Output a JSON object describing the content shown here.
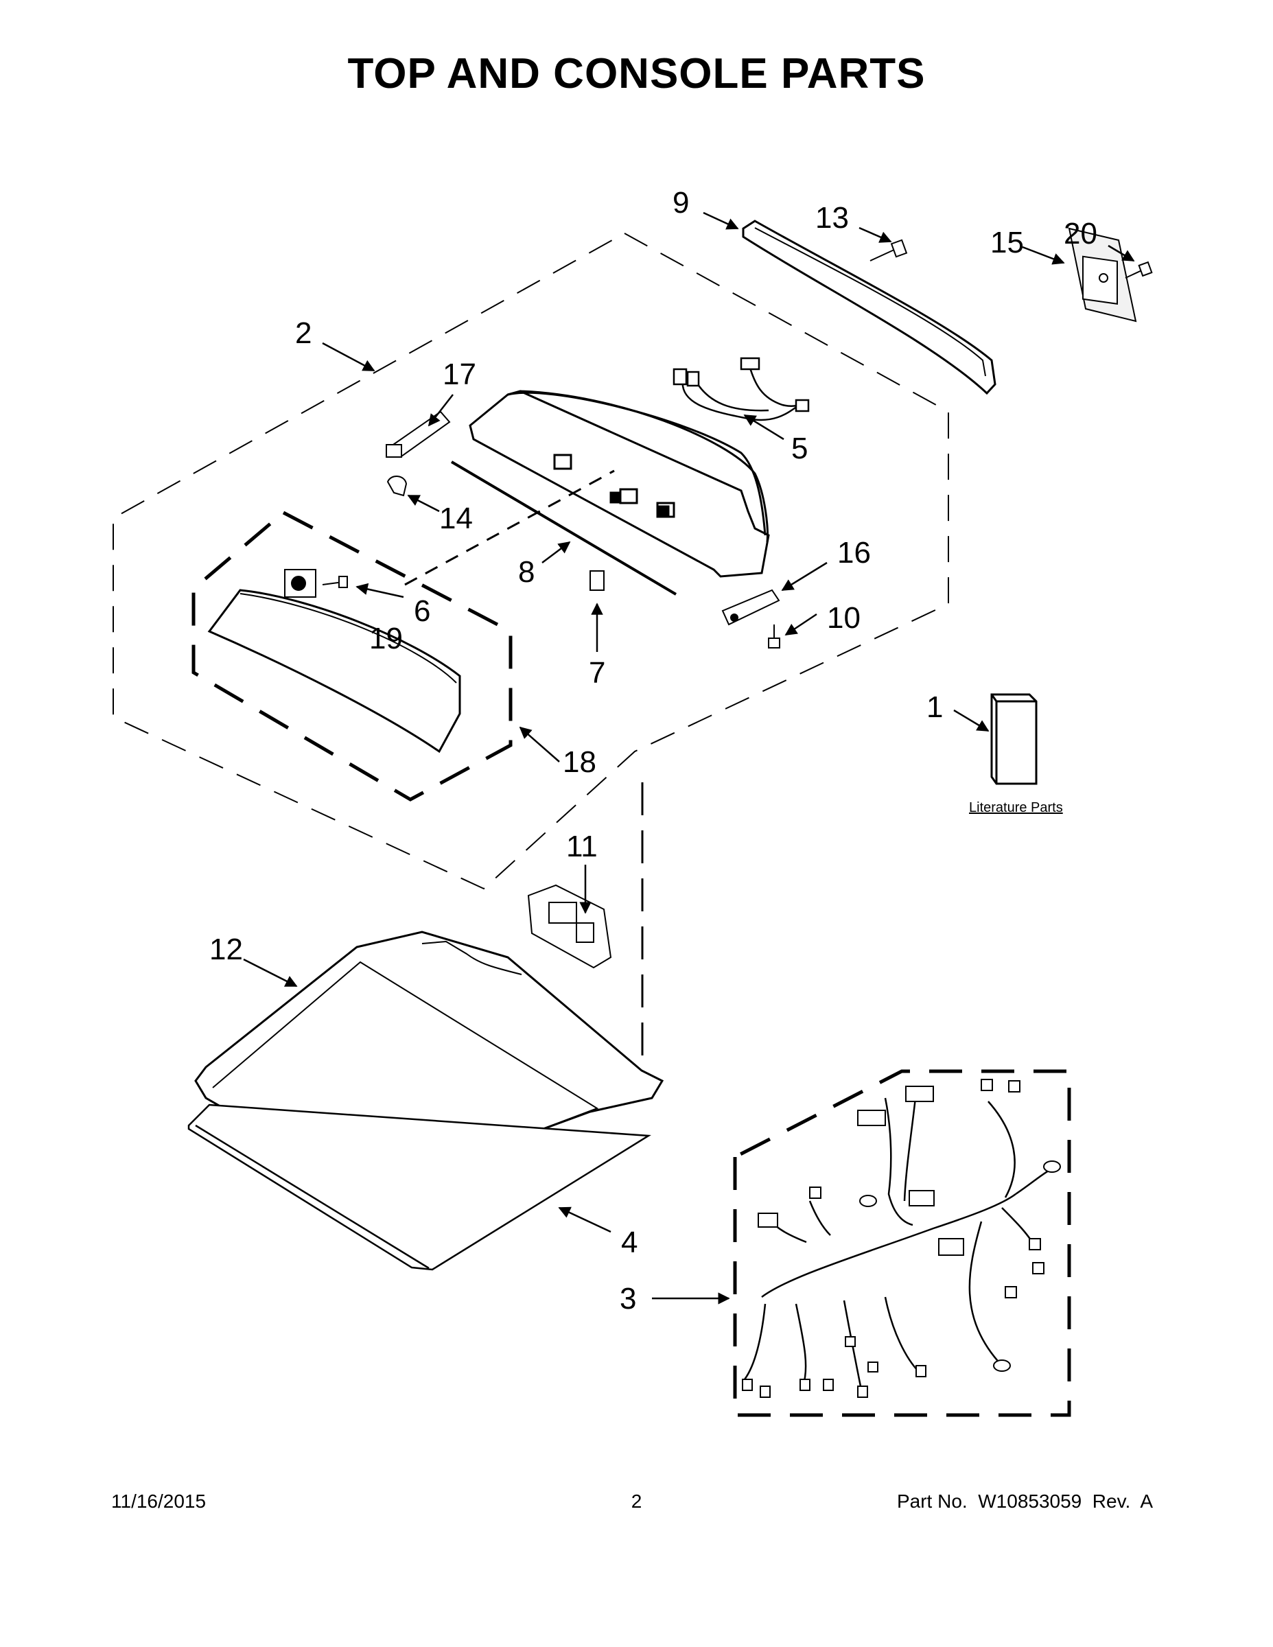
{
  "title": "TOP AND CONSOLE PARTS",
  "callouts": {
    "c1": "1",
    "c2": "2",
    "c3": "3",
    "c4": "4",
    "c5": "5",
    "c6": "6",
    "c7": "7",
    "c8": "8",
    "c9": "9",
    "c10": "10",
    "c11": "11",
    "c12": "12",
    "c13": "13",
    "c14": "14",
    "c15": "15",
    "c16": "16",
    "c17": "17",
    "c18": "18",
    "c19": "19",
    "c20": "20"
  },
  "literature_label": "Literature Parts",
  "footer": {
    "date": "11/16/2015",
    "page": "2",
    "part_no": "Part No.  W10853059  Rev.  A"
  }
}
